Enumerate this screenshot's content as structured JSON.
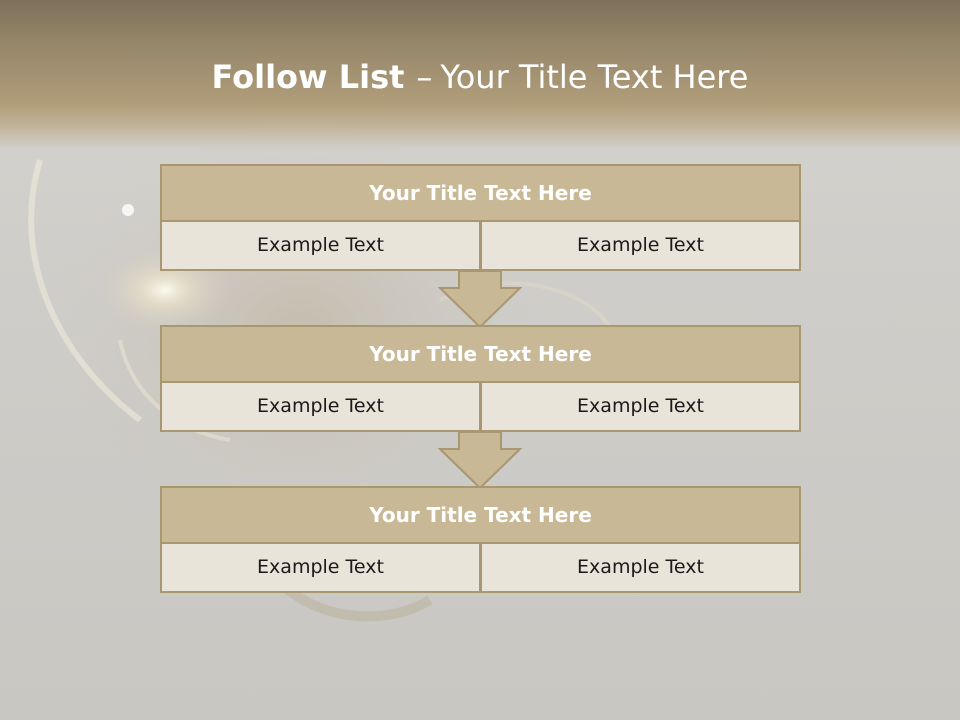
{
  "slide": {
    "title_strong": "Follow List",
    "title_separator": "–",
    "title_rest": "Your Title Text Here"
  },
  "blocks": [
    {
      "title": "Your Title Text Here",
      "left_text": "Example Text",
      "right_text": "Example Text"
    },
    {
      "title": "Your Title Text Here",
      "left_text": "Example Text",
      "right_text": "Example Text"
    },
    {
      "title": "Your Title Text Here",
      "left_text": "Example Text",
      "right_text": "Example Text"
    }
  ],
  "colors": {
    "header_band": "#9a8a6c",
    "box_header": "#c8b896",
    "box_cell": "#e9e4da",
    "border": "#a8976f",
    "arrow_fill": "#c8b896"
  }
}
